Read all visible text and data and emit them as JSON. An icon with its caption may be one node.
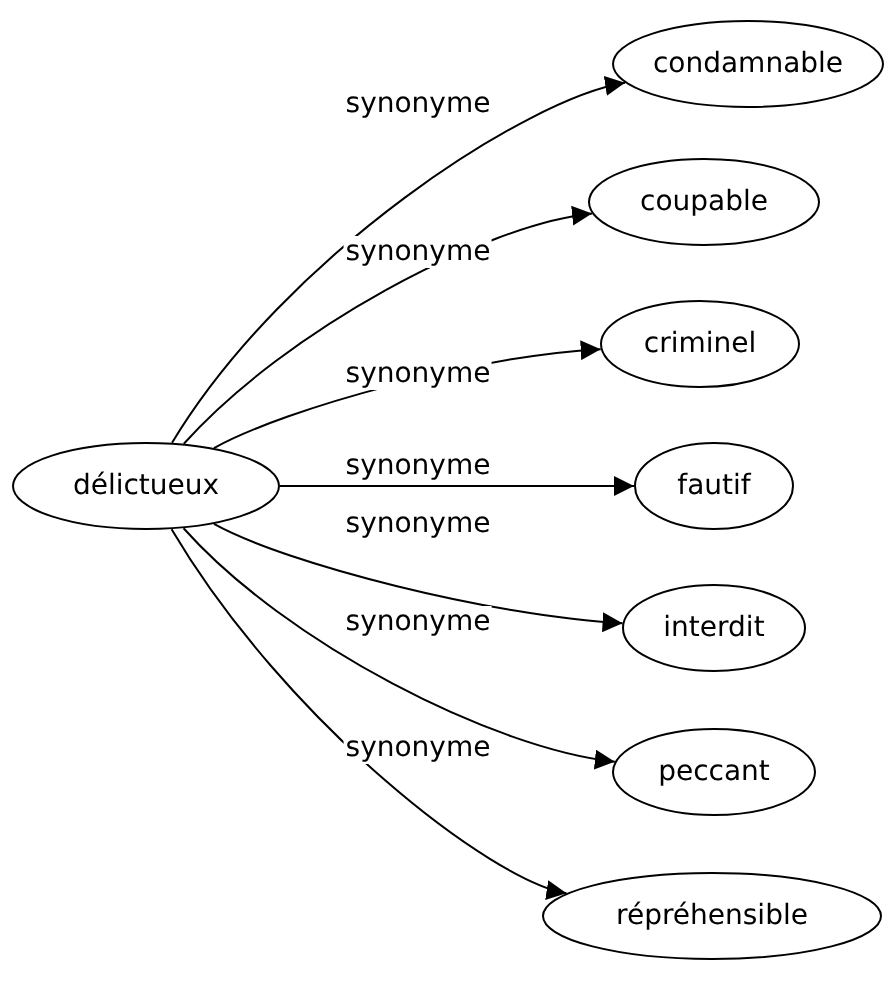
{
  "diagram": {
    "nodes": [
      {
        "text": [
          "délictueux"
        ]
      },
      {
        "text": [
          "condamnable"
        ]
      },
      {
        "text": [
          "coupable"
        ]
      },
      {
        "text": [
          "criminel"
        ]
      },
      {
        "text": [
          "fautif"
        ]
      },
      {
        "text": [
          "interdit"
        ]
      },
      {
        "text": [
          "peccant"
        ]
      },
      {
        "text": [
          "répréhensible"
        ]
      }
    ],
    "edges": [
      {
        "from": 0,
        "to": 1,
        "arrow": "to",
        "label": "synonyme"
      },
      {
        "from": 0,
        "to": 2,
        "arrow": "to",
        "label": "synonyme"
      },
      {
        "from": 0,
        "to": 3,
        "arrow": "to",
        "label": "synonyme"
      },
      {
        "from": 0,
        "to": 4,
        "arrow": "to",
        "label": "synonyme"
      },
      {
        "from": 0,
        "to": 5,
        "arrow": "to",
        "label": "synonyme"
      },
      {
        "from": 0,
        "to": 6,
        "arrow": "to",
        "label": "synonyme"
      },
      {
        "from": 0,
        "to": 7,
        "arrow": "to",
        "label": "synonyme"
      }
    ]
  }
}
